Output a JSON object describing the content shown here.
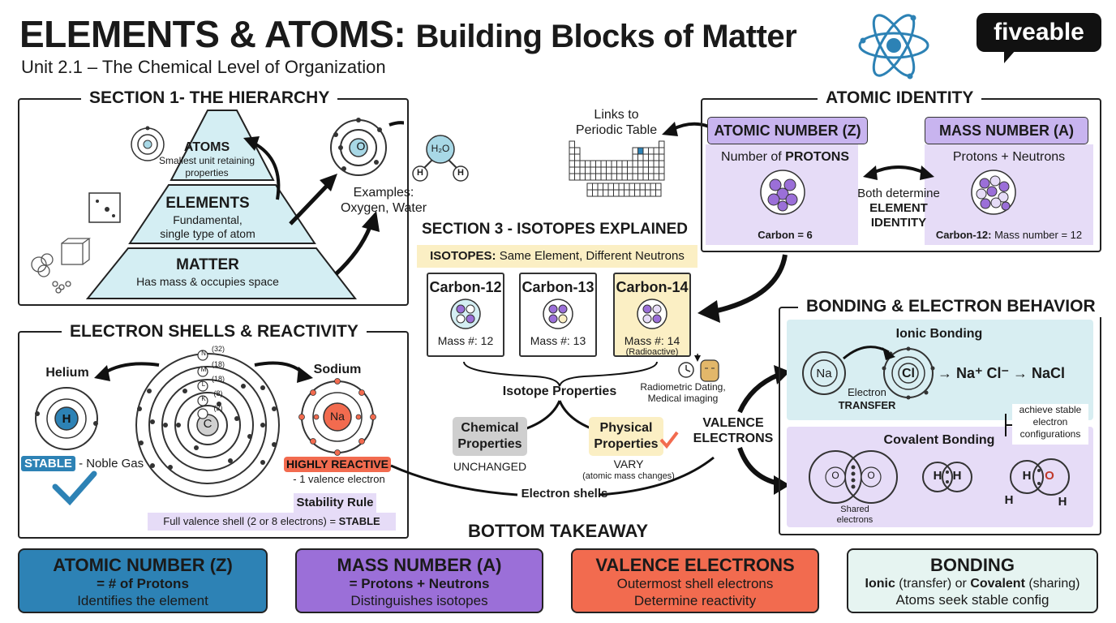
{
  "header": {
    "title_bold": "ELEMENTS & ATOMS:",
    "title_rest": "Building Blocks of Matter",
    "subtitle": "Unit 2.1 – The Chemical Level of Organization",
    "logo": "fiveable"
  },
  "section1": {
    "title": "SECTION 1- THE HIERARCHY",
    "atoms_title": "ATOMS",
    "atoms_desc": "Smallest unit retaining properties",
    "elements_title": "ELEMENTS",
    "elements_desc1": "Fundamental,",
    "elements_desc2": "single type of atom",
    "matter_title": "MATTER",
    "matter_desc": "Has mass & occupies space",
    "examples1": "Examples:",
    "examples2": "Oxygen, Water",
    "oxygen_label": "O",
    "water_o": "H₂O",
    "water_h": "H"
  },
  "periodic": {
    "line1": "Links to",
    "line2": "Periodic Table"
  },
  "identity": {
    "title": "ATOMIC IDENTITY",
    "atomic_title": "ATOMIC NUMBER (Z)",
    "atomic_desc_pre": "Number of ",
    "atomic_desc_bold": "PROTONS",
    "carbon": "Carbon = 6",
    "both1": "Both determine",
    "both2": "ELEMENT",
    "both3": "IDENTITY",
    "mass_title": "MASS NUMBER (A)",
    "mass_desc": "Protons + Neutrons",
    "mass_example_bold": "Carbon-12:",
    "mass_example_rest": " Mass number = 12"
  },
  "section3": {
    "title": "SECTION 3 - ISOTOPES EXPLAINED",
    "def_bold": "ISOTOPES:",
    "def_rest": " Same Element, Different Neutrons",
    "c12": "Carbon-12",
    "c12_mass": "Mass #: 12",
    "c13": "Carbon-13",
    "c13_mass": "Mass #: 13",
    "c14": "Carbon-14",
    "c14_mass": "Mass #: 14",
    "c14_note": "(Radioactive)",
    "uses1": "Radiometric Dating,",
    "uses2": "Medical imaging",
    "properties": "Isotope Properties",
    "chem1": "Chemical",
    "chem2": "Properties",
    "chem_state": "UNCHANGED",
    "phys1": "Physical",
    "phys2": "Properties",
    "phys_state": "VARY",
    "phys_note": "(atomic mass changes)",
    "valence1": "VALENCE",
    "valence2": "ELECTRONS"
  },
  "shells": {
    "title": "ELECTRON SHELLS & REACTIVITY",
    "helium": "Helium",
    "helium_symbol": "H",
    "stable_badge": "STABLE",
    "stable_rest": "- Noble Gas",
    "center_symbol": "C",
    "shell_n": "N",
    "shell_m": "M",
    "shell_l": "L",
    "shell_k": "K",
    "cap_32": "(32)",
    "cap_18a": "(18)",
    "cap_18b": "(18)",
    "cap_8": "(8)",
    "cap_2": "(2)",
    "sodium": "Sodium",
    "sodium_symbol": "Na",
    "reactive_badge": "HIGHLY REACTIVE",
    "reactive_note": "- 1 valence electron",
    "rule_title": "Stability Rule",
    "rule_text": "Full valence shell (2 or 8 electrons) = ",
    "rule_bold": "STABLE",
    "electron_shells": "Electron shells"
  },
  "bonding": {
    "title": "BONDING & ELECTRON BEHAVIOR",
    "ionic_title": "Ionic Bonding",
    "na": "Na",
    "cl": "Cl",
    "transfer1": "Electron",
    "transfer2": "TRANSFER",
    "ions": "→ Na⁺ Cl⁻ → NaCl",
    "achieve1": "achieve stable",
    "achieve2": "electron",
    "achieve3": "configurations",
    "covalent_title": "Covalent Bonding",
    "shared1": "Shared",
    "shared2": "electrons",
    "o_left": "O",
    "o_right": "O",
    "h_left": "H",
    "h_right": "H",
    "h2o_h": "H",
    "h2o_o": "O"
  },
  "bottom": {
    "title": "BOTTOM TAKEAWAY",
    "box1_title": "ATOMIC NUMBER (Z)",
    "box1_line1": "= # of Protons",
    "box1_line2": "Identifies the element",
    "box2_title": "MASS NUMBER (A)",
    "box2_line1": "= Protons + Neutrons",
    "box2_line2": "Distinguishes isotopes",
    "box3_title": "VALENCE ELECTRONS",
    "box3_line1": "Outermost shell electrons",
    "box3_line2": "Determine reactivity",
    "box4_title": "BONDING",
    "box4_ionic": "Ionic",
    "box4_mid": " (transfer) or ",
    "box4_cov": "Covalent",
    "box4_end": " (sharing)",
    "box4_line2": "Atoms seek stable config"
  },
  "colors": {
    "atomic_blue": "#2d82b5",
    "mass_purple": "#9b6fd8",
    "valence_red": "#f26b4f",
    "bonding_teal": "#e6f4f1",
    "pyramid_fill": "#d4eef3",
    "lavender": "#e6dcf7",
    "yellow_note": "#fbefc4"
  }
}
